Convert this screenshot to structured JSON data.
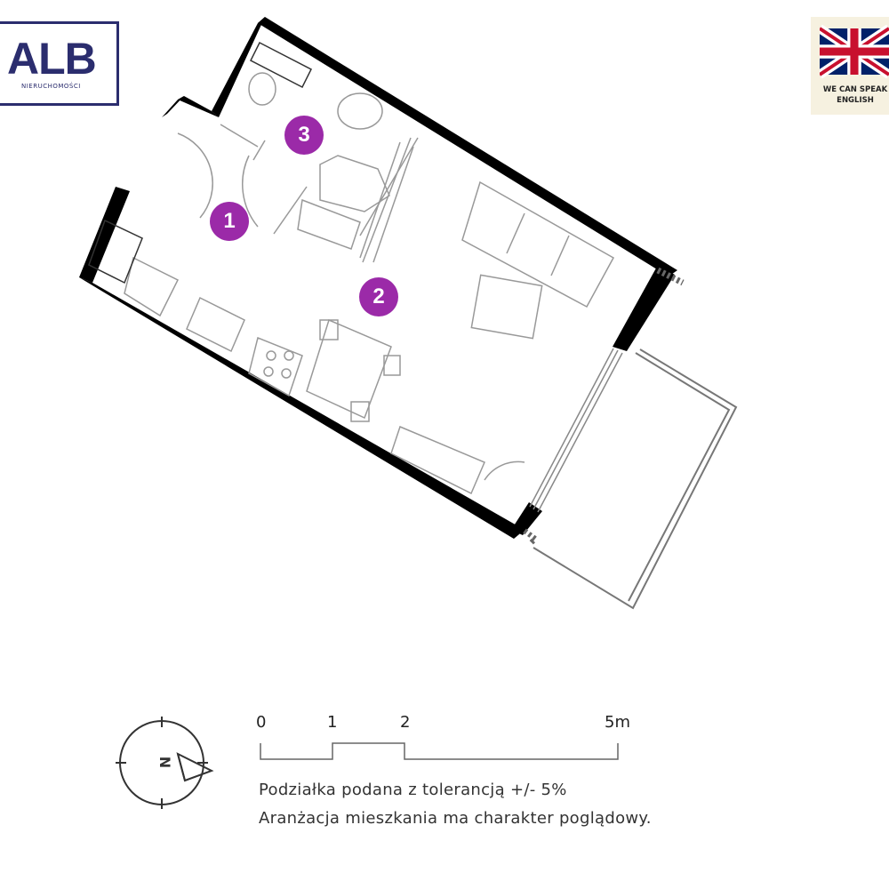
{
  "logo": {
    "name": "ALB",
    "subtitle": "NIERUCHOMOŚCI"
  },
  "language_badge": {
    "text": "WE CAN SPEAK\nENGLISH",
    "flag": "uk-flag-icon"
  },
  "rooms": [
    {
      "number": "1"
    },
    {
      "number": "2"
    },
    {
      "number": "3"
    }
  ],
  "scale": {
    "ticks": [
      "0",
      "1",
      "2",
      "5m"
    ]
  },
  "notes": [
    "Podziałka podana z tolerancją +/- 5%",
    "Aranżacja mieszkania ma charakter poglądowy."
  ],
  "compass": {
    "icon": "compass-icon",
    "letter": "N"
  },
  "colors": {
    "wall": "#000000",
    "marker": "#9b2aa8",
    "brand": "#2b2d6e",
    "line": "#888888"
  }
}
